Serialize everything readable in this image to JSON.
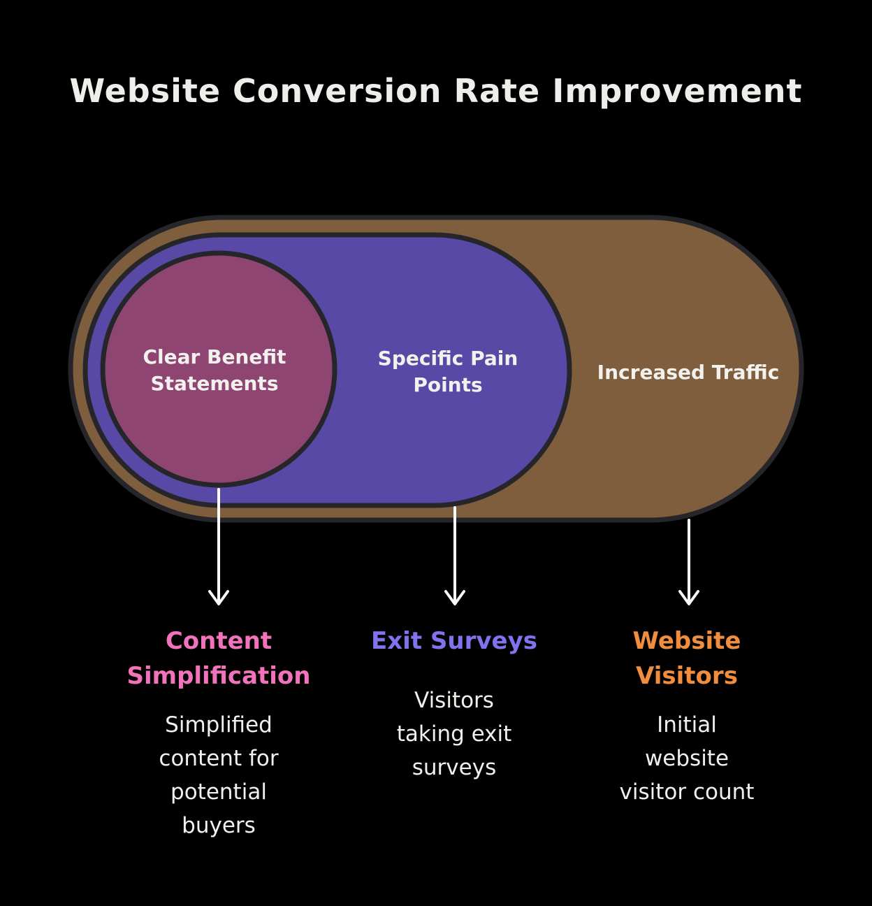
{
  "title": "Website Conversion Rate Improvement",
  "colors": {
    "background": "#000000",
    "outline": "#26262a",
    "shape_label_text": "#f3f1ee",
    "body_text": "#f2f0ed",
    "arrow": "#fafafa"
  },
  "funnel": {
    "layers": [
      {
        "name": "outer-layer",
        "label": "Increased Traffic",
        "fill": "#7f5e3d"
      },
      {
        "name": "middle-layer",
        "label": "Specific Pain\nPoints",
        "fill": "#5949a6"
      },
      {
        "name": "inner-layer",
        "label": "Clear Benefit\nStatements",
        "fill": "#8f4572"
      }
    ]
  },
  "callouts": [
    {
      "heading": "Content\nSimplification",
      "heading_color": "#f273bb",
      "body": "Simplified\ncontent for\npotential\nbuyers"
    },
    {
      "heading": "Exit Surveys",
      "heading_color": "#8172ee",
      "body": "Visitors\ntaking exit\nsurveys"
    },
    {
      "heading": "Website\nVisitors",
      "heading_color": "#f08d3e",
      "body": "Initial\nwebsite\nvisitor count"
    }
  ]
}
